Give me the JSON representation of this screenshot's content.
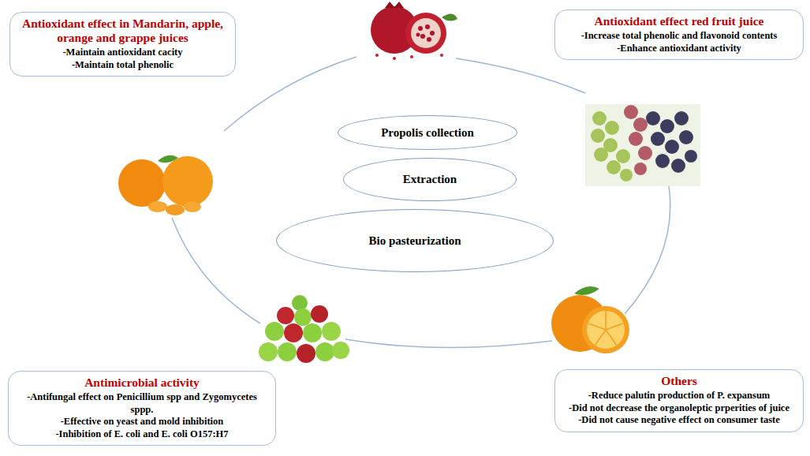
{
  "diagram": {
    "nodes": [
      {
        "text": [
          "Antioxidant effect in Mandarin, apple, orange and grappe juices",
          "-Maintain antioxidant cacity",
          "-Maintain  total phenolic"
        ]
      },
      {
        "text": [
          "Antioxidant effect red fruit juice",
          "-Increase total phenolic and flavonoid contents",
          "-Enhance antioxidant activity"
        ]
      },
      {
        "text": [
          "Propolis collection"
        ]
      },
      {
        "text": [
          "Extraction"
        ]
      },
      {
        "text": [
          "Bio pasteurization"
        ]
      },
      {
        "text": [
          "Antimicrobial activity",
          "-Antifungal effect on Penicillium spp and Zygomycetes sppp.",
          "-Effective on yeast and mold inhibition",
          "-Inhibition of E. coli and E. coli O157:H7"
        ]
      },
      {
        "text": [
          "Others",
          "-Reduce palutin production of P. expansum",
          "-Did not decrease the organoleptic prperities of juice",
          "-Did not cause negative effect on consumer taste"
        ]
      }
    ]
  }
}
